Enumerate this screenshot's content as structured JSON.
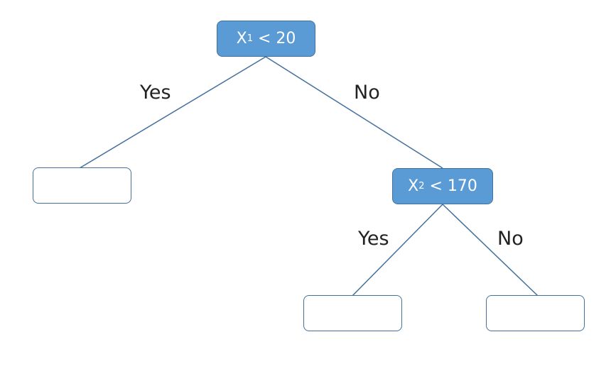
{
  "tree": {
    "root": {
      "variable": "X",
      "subscript": "1",
      "condition": "< 20",
      "yes_label": "Yes",
      "no_label": "No"
    },
    "split2": {
      "variable": "X",
      "subscript": "2",
      "condition": "< 170",
      "yes_label": "Yes",
      "no_label": "No"
    }
  },
  "colors": {
    "node_fill": "#5b9bd5",
    "node_border": "#41719c",
    "edge": "#41719c"
  }
}
